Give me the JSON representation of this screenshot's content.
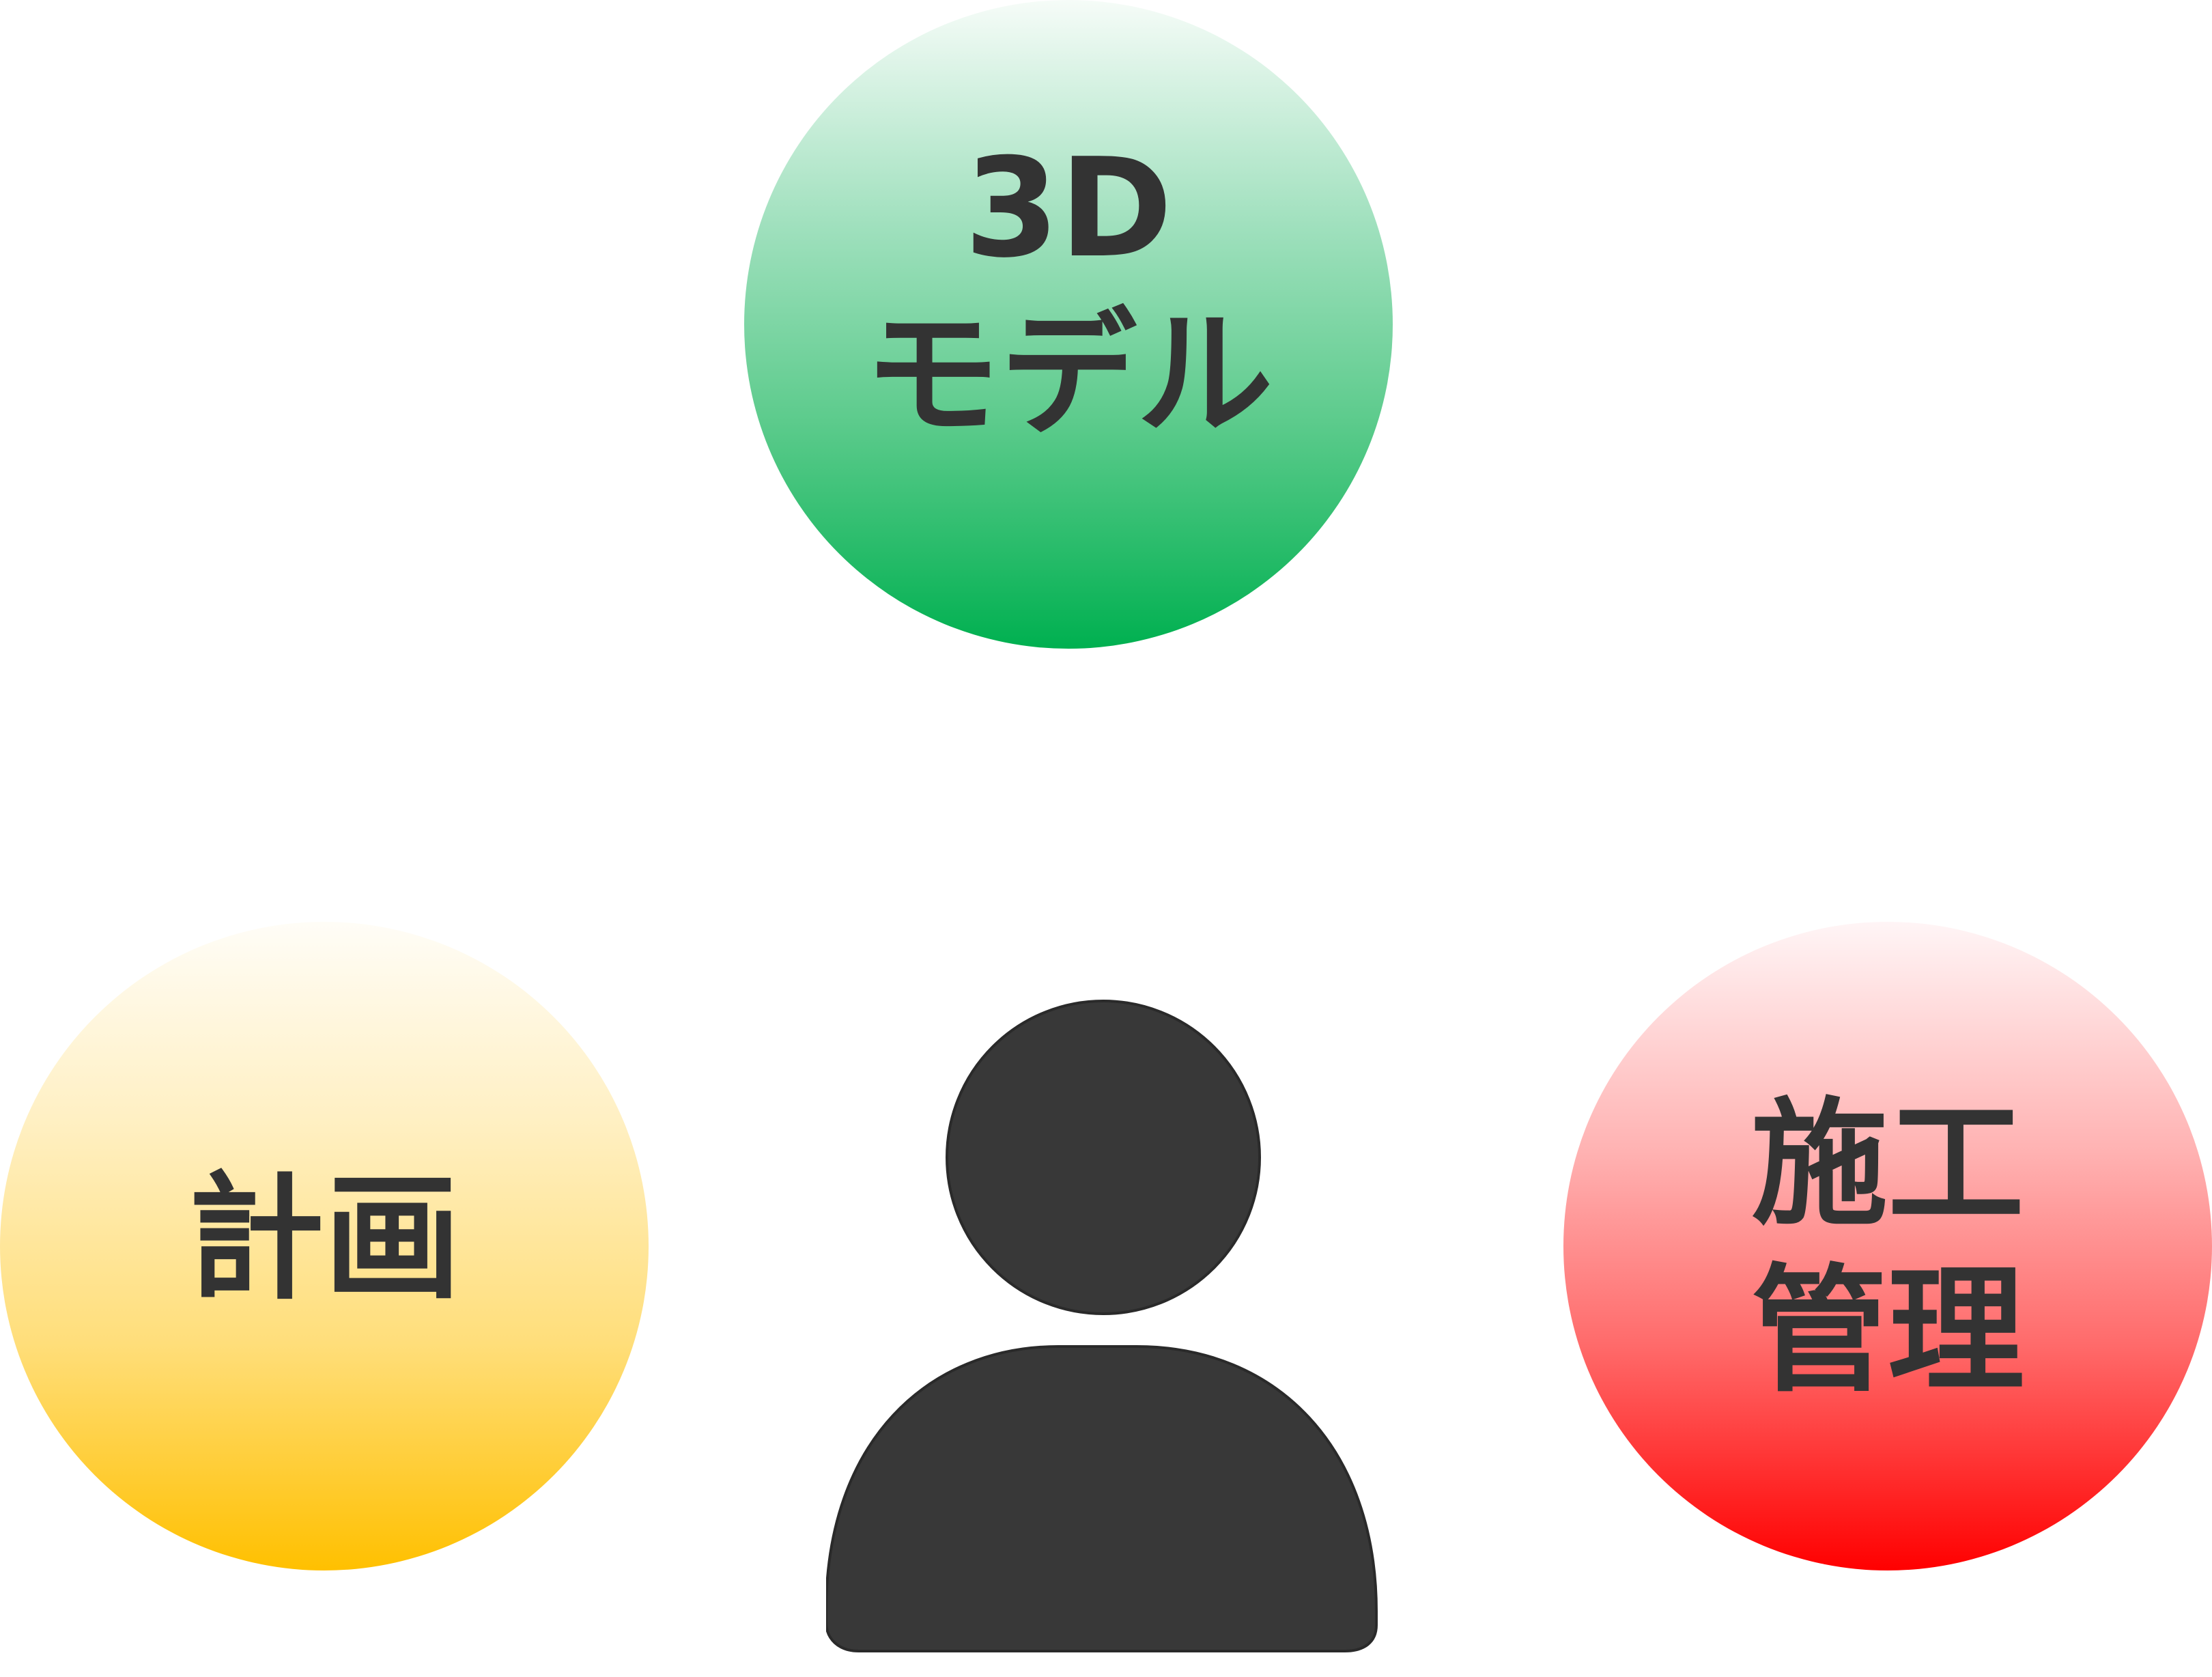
{
  "nodes": {
    "model": {
      "label": "3D\nモデル",
      "color": "#00b050"
    },
    "plan": {
      "label": "計画",
      "color": "#ffc000"
    },
    "construction": {
      "label": "施工\n管理",
      "color": "#ff0000"
    }
  },
  "center": {
    "icon": "person-icon",
    "color": "#383838"
  }
}
